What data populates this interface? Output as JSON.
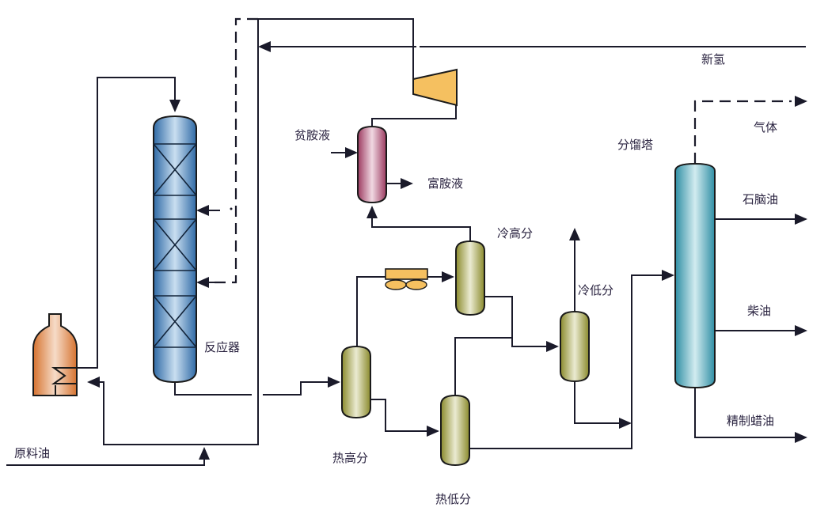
{
  "title": "加氢裂化工艺流程",
  "colors": {
    "reactor": "#3f7fb8",
    "furnace": "#d9803f",
    "separator": "#9a9a3a",
    "absorber": "#a8456a",
    "fractionator": "#3a9bb0",
    "compressor": "#f5c060",
    "air_cooler": "#f5c060",
    "line": "#1a1a2a"
  },
  "equipment": {
    "reactor": {
      "label": "反应器",
      "icon": "reactor-column-icon",
      "beds": 3
    },
    "furnace": {
      "label": "",
      "icon": "heating-furnace-icon"
    },
    "compressor": {
      "label": "",
      "icon": "compressor-icon"
    },
    "absorber": {
      "label": "",
      "icon": "amine-absorber-icon"
    },
    "hot_hp_separator": {
      "label": "热高分",
      "icon": "separator-vessel-icon"
    },
    "hot_lp_separator": {
      "label": "热低分",
      "icon": "separator-vessel-icon"
    },
    "cold_hp_separator": {
      "label": "冷高分",
      "icon": "separator-vessel-icon"
    },
    "cold_lp_separator": {
      "label": "冷低分",
      "icon": "separator-vessel-icon"
    },
    "air_cooler": {
      "label": "",
      "icon": "air-cooler-icon"
    },
    "fractionator": {
      "label": "分馏塔",
      "icon": "fractionator-column-icon"
    }
  },
  "streams": {
    "feed_oil": "原料油",
    "fresh_hydrogen": "新氢",
    "lean_amine": "贫胺液",
    "rich_amine": "富胺液",
    "gas": "气体",
    "naphtha": "石脑油",
    "diesel": "柴油",
    "refined_wax_oil": "精制蜡油"
  }
}
